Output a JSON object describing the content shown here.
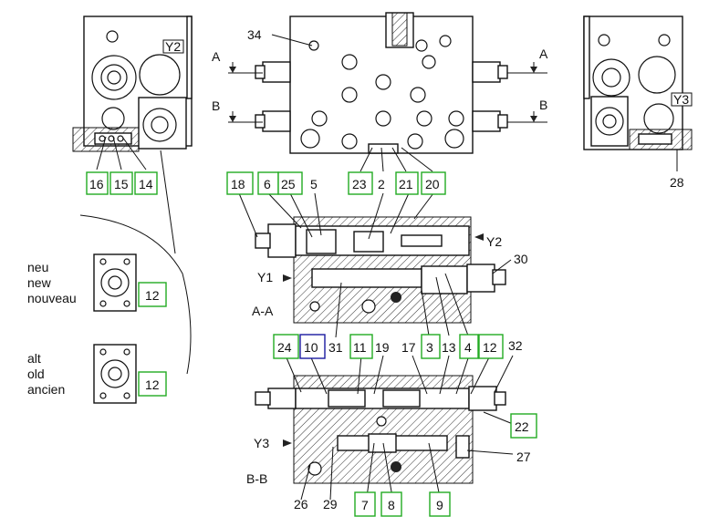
{
  "section_marks": {
    "a_left": "A",
    "a_right": "A",
    "b_left": "B",
    "b_right": "B"
  },
  "solenoids": {
    "y1": "Y1",
    "y2": "Y2",
    "y3": "Y3",
    "y2_tag": "Y2",
    "y3_tag": "Y3"
  },
  "section_titles": {
    "aa": "A-A",
    "bb": "B-B"
  },
  "variants": {
    "new": [
      "neu",
      "new",
      "nouveau"
    ],
    "old": [
      "alt",
      "old",
      "ancien"
    ]
  },
  "callouts": {
    "c2": "2",
    "c3": "3",
    "c4": "4",
    "c5": "5",
    "c6": "6",
    "c7": "7",
    "c8": "8",
    "c9": "9",
    "c10": "10",
    "c11": "11",
    "c12a": "12",
    "c12b": "12",
    "c12c": "12",
    "c13": "13",
    "c14": "14",
    "c15": "15",
    "c16": "16",
    "c17": "17",
    "c18": "18",
    "c19": "19",
    "c20": "20",
    "c21": "21",
    "c22": "22",
    "c23": "23",
    "c24": "24",
    "c25": "25",
    "c26": "26",
    "c27": "27",
    "c28": "28",
    "c29": "29",
    "c30": "30",
    "c31": "31",
    "c32": "32",
    "c34": "34"
  },
  "colors": {
    "highlight_box": "#22aa22",
    "selected_box": "#1a1aa0",
    "line": "#111111"
  }
}
